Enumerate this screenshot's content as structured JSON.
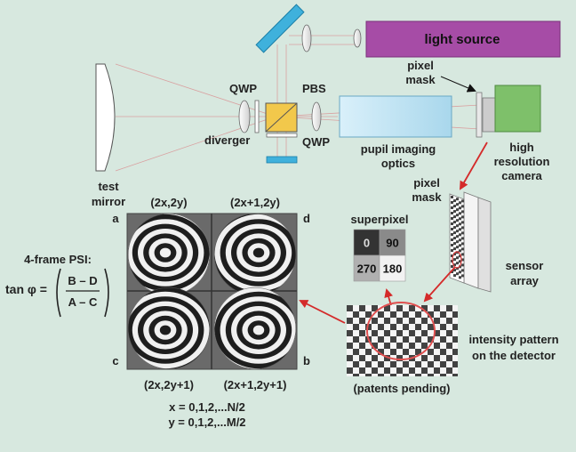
{
  "colors": {
    "background": "#d7e8df",
    "light_source": "#a64ca6",
    "camera": "#7ec06a",
    "optics": "#bfe3f3",
    "beam_red": "#d93a3a",
    "arrow_red": "#d42a2a",
    "text": "#222222"
  },
  "labels": {
    "light_source": "light source",
    "pixel_mask_top_1": "pixel",
    "pixel_mask_top_2": "mask",
    "qwp_top": "QWP",
    "pbs": "PBS",
    "diverger": "diverger",
    "qwp_bottom": "QWP",
    "pupil_1": "pupil imaging",
    "pupil_2": "optics",
    "camera_1": "high",
    "camera_2": "resolution",
    "camera_3": "camera",
    "test_mirror_1": "test",
    "test_mirror_2": "mirror",
    "pixel_mask_mid_1": "pixel",
    "pixel_mask_mid_2": "mask",
    "sensor_1": "sensor",
    "sensor_2": "array",
    "superpixel": "superpixel",
    "intensity_1": "intensity pattern",
    "intensity_2": "on the detector",
    "patents": "(patents pending)",
    "psi_title": "4-frame PSI:",
    "tan": "tan φ =",
    "numerator": "B – D",
    "denominator": "A – C"
  },
  "superpixel_cells": [
    {
      "label": "0",
      "color": "#333333",
      "text_color": "#dddddd"
    },
    {
      "label": "90",
      "color": "#8a8a8a",
      "text_color": "#111111"
    },
    {
      "label": "270",
      "color": "#b0b0b0",
      "text_color": "#111111"
    },
    {
      "label": "180",
      "color": "#f2f2f2",
      "text_color": "#111111"
    }
  ],
  "grid": {
    "tl": "(2x,2y)",
    "tr": "(2x+1,2y)",
    "bl": "(2x,2y+1)",
    "br": "(2x+1,2y+1)",
    "a": "a",
    "b": "b",
    "c": "c",
    "d": "d"
  },
  "formula": {
    "x": "x = 0,1,2,...N/2",
    "y": "y = 0,1,2,...M/2"
  }
}
